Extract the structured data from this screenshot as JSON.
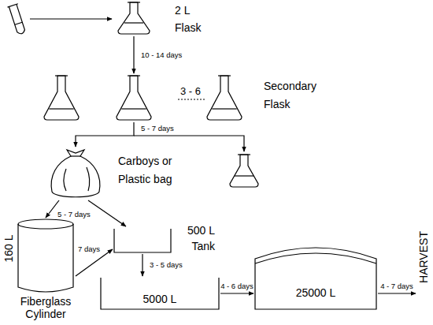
{
  "diagram": {
    "nodes": [
      {
        "text": [
          "2 L Flask"
        ]
      },
      {
        "text": [
          "Secondary Flask"
        ]
      },
      {
        "text": [
          "Carboys or Plastic bag"
        ]
      },
      {
        "text": [
          "160 L",
          "Fiberglass Cylinder"
        ]
      },
      {
        "text": [
          "500 L Tank"
        ]
      },
      {
        "text": [
          "5000 L"
        ]
      },
      {
        "text": [
          "25000 L"
        ]
      },
      {
        "text": [
          "HARVEST"
        ]
      }
    ],
    "edges": [
      {
        "from": 0,
        "to": 1,
        "label": "10 - 14 days",
        "arrow": "to"
      },
      {
        "from": 1,
        "to": 2,
        "label": "5 - 7 days",
        "arrow": "to"
      },
      {
        "from": 2,
        "to": 3,
        "label": "5 - 7 days",
        "arrow": "to"
      },
      {
        "from": 2,
        "to": 4,
        "arrow": "to"
      },
      {
        "from": 3,
        "to": 4,
        "label": "7 days",
        "arrow": "to"
      },
      {
        "from": 4,
        "to": 5,
        "label": "3 - 5 days",
        "arrow": "to"
      },
      {
        "from": 5,
        "to": 6,
        "label": "4 - 6 days",
        "arrow": "to"
      },
      {
        "from": 6,
        "to": 7,
        "label": "4 - 7 days",
        "arrow": "to"
      }
    ],
    "labels": [
      "3 - 6"
    ]
  }
}
